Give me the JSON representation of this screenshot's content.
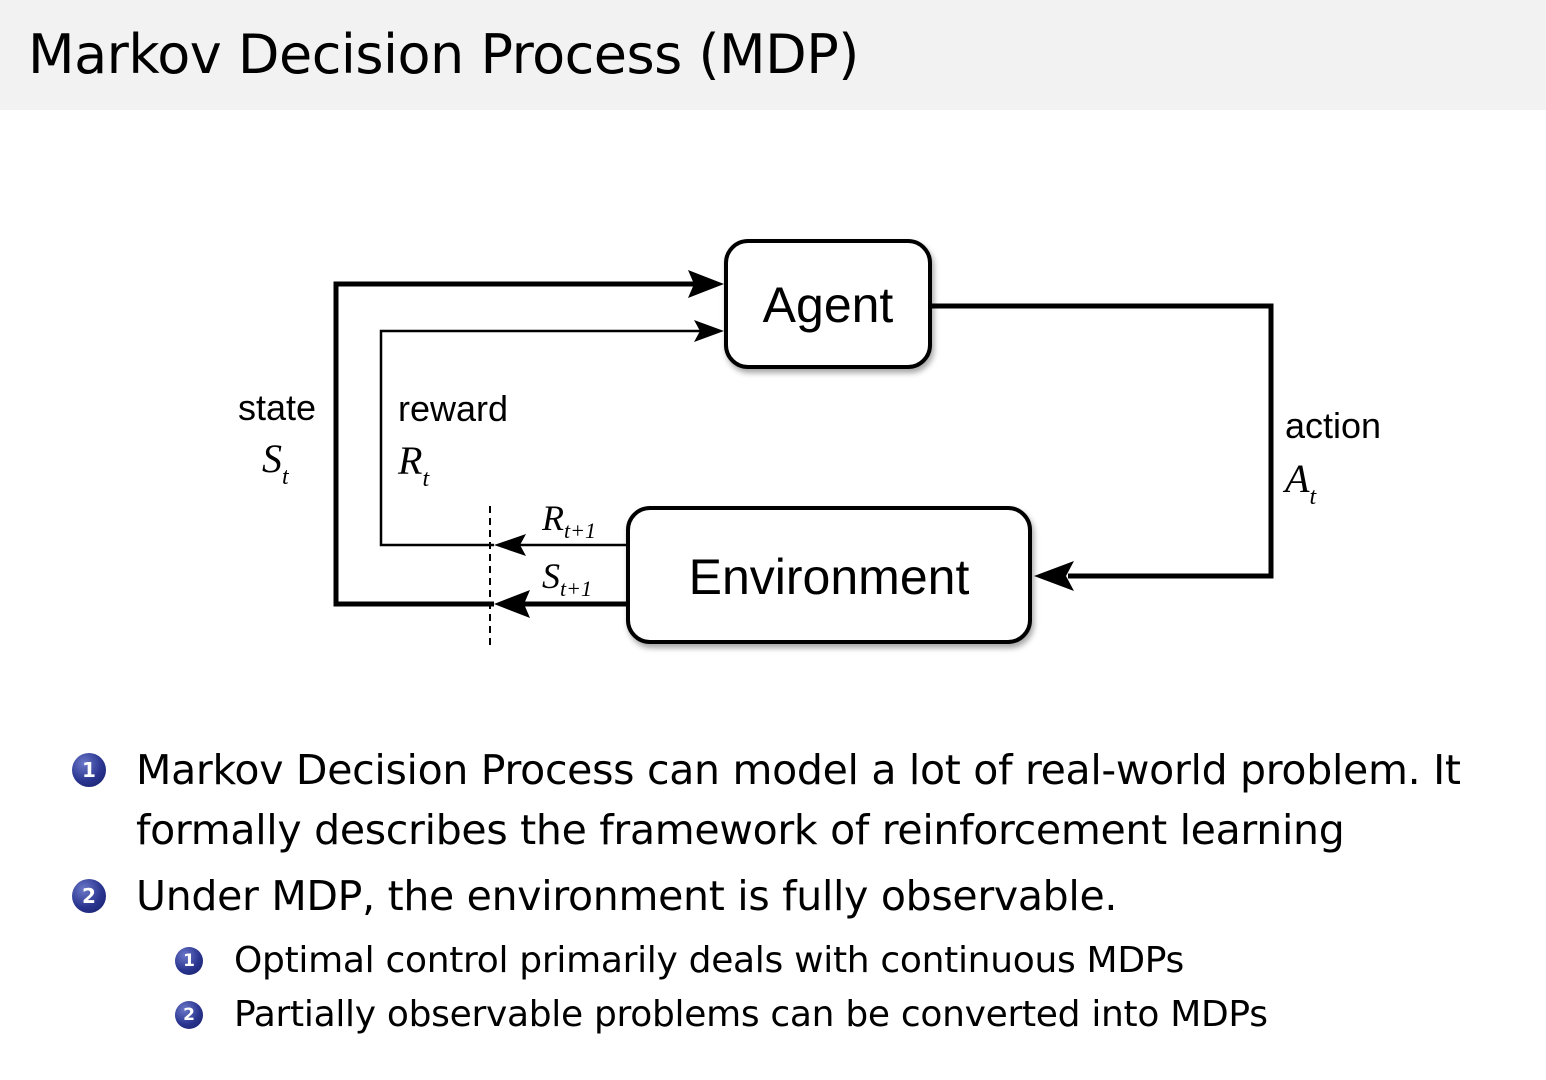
{
  "slide": {
    "title": "Markov Decision Process (MDP)"
  },
  "diagram": {
    "agent_label": "Agent",
    "environment_label": "Environment",
    "state_label": "state",
    "state_symbol": "S",
    "state_subscript": "t",
    "reward_label": "reward",
    "reward_symbol": "R",
    "reward_subscript": "t",
    "action_label": "action",
    "action_symbol": "A",
    "action_subscript": "t",
    "next_reward_symbol": "R",
    "next_reward_subscript": "t+1",
    "next_state_symbol": "S",
    "next_state_subscript": "t+1"
  },
  "bullets": [
    {
      "marker": "1",
      "lines": [
        "Markov Decision Process can model a lot of real-world problem. It",
        "formally describes the framework of reinforcement learning"
      ]
    },
    {
      "marker": "2",
      "lines": [
        "Under MDP, the environment is fully observable."
      ],
      "sub": [
        {
          "marker": "1",
          "text": "Optimal control primarily deals with continuous MDPs"
        },
        {
          "marker": "2",
          "text": "Partially observable problems can be converted into MDPs"
        }
      ]
    }
  ],
  "colors": {
    "title_bar": "#f2f2f2",
    "marker": "#2a3590"
  }
}
